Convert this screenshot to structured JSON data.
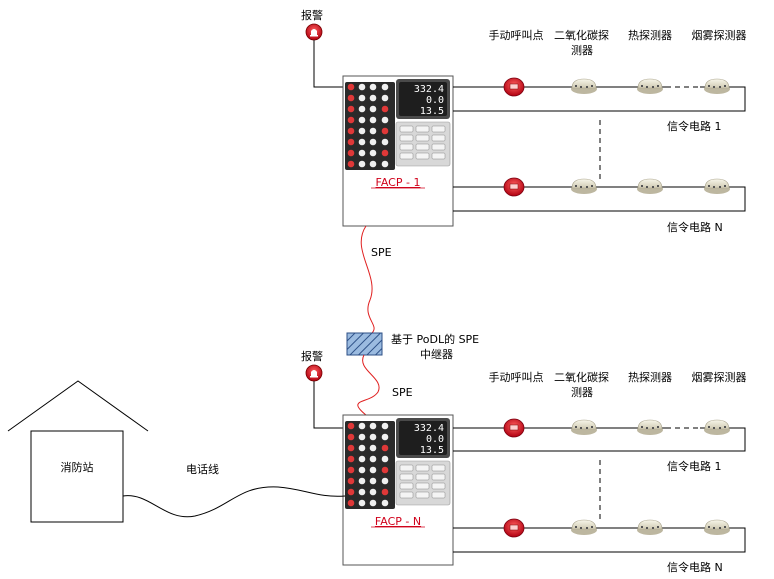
{
  "top": {
    "alarm": "报警",
    "device_labels": [
      "手动呼叫点",
      "二氧化碳探测器",
      "热探测器",
      "烟雾探测器"
    ],
    "circuit1": "信令电路 1",
    "circuitN": "信令电路 N",
    "facp": "FACP - 1",
    "display": [
      "332.4",
      "0.0",
      "13.5"
    ]
  },
  "spe_top": "SPE",
  "repeater": [
    "基于 PoDL的 SPE",
    "中继器"
  ],
  "spe_bottom": "SPE",
  "bottom": {
    "alarm": "报警",
    "device_labels": [
      "手动呼叫点",
      "二氧化碳探测器",
      "热探测器",
      "烟雾探测器"
    ],
    "circuit1": "信令电路 1",
    "circuitN": "信令电路 N",
    "facp": "FACP - N",
    "display": [
      "332.4",
      "0.0",
      "13.5"
    ]
  },
  "station": "消防站",
  "phone_line": "电话线",
  "colors": {
    "facp_label": "#d0021b",
    "spe_cable": "#e02020",
    "repeater_fill": "#8fb4d8"
  }
}
